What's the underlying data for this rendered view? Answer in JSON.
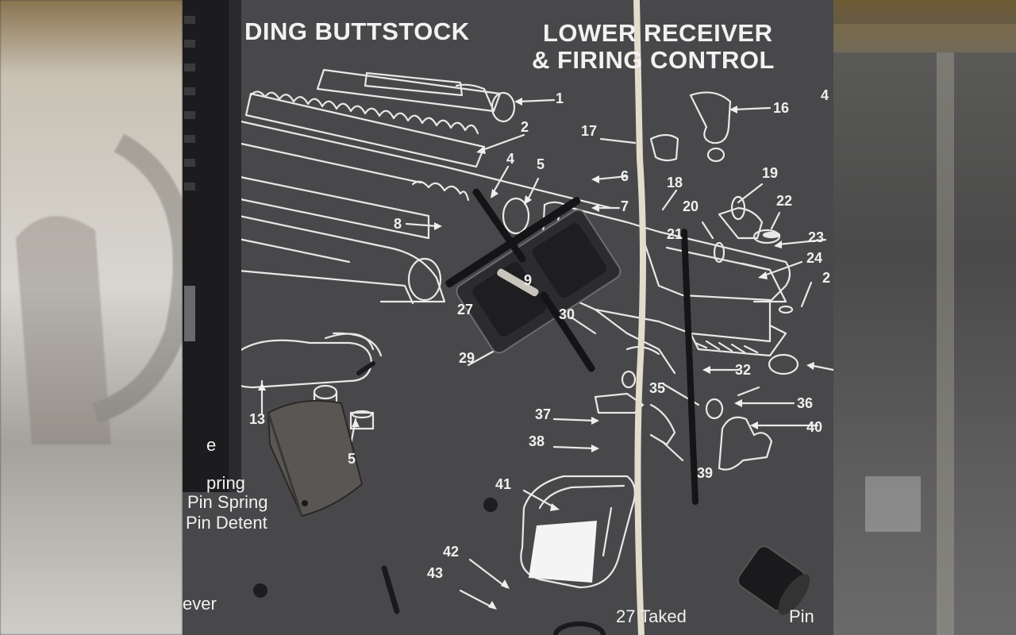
{
  "photo": {
    "left_blur_color": "#d6d3cd",
    "right_blur_color": "#4c4c4c",
    "mat_color": "#48484a",
    "line_color": "#efefef"
  },
  "mat": {
    "header_left": "DING BUTTSTOCK",
    "header_right_line1": "LOWER RECEIVER",
    "header_right_line2": "& FIRING CONTROL"
  },
  "callouts": [
    "1",
    "2",
    "4",
    "5",
    "6",
    "7",
    "8",
    "9",
    "13",
    "16",
    "17",
    "18",
    "19",
    "20",
    "21",
    "22",
    "23",
    "24",
    "27",
    "29",
    "30",
    "32",
    "35",
    "36",
    "37",
    "38",
    "39",
    "40",
    "41",
    "42",
    "43"
  ],
  "side_labels": {
    "spring": "pring",
    "pin_spring": "Pin Spring",
    "pin_detent": "Pin Detent",
    "lever": "ever",
    "partial_e": "e",
    "partial_15": "5",
    "partial_26": "2",
    "partial_44": "4",
    "takedown": "27 Taked",
    "takedown_pin": "Pin"
  }
}
